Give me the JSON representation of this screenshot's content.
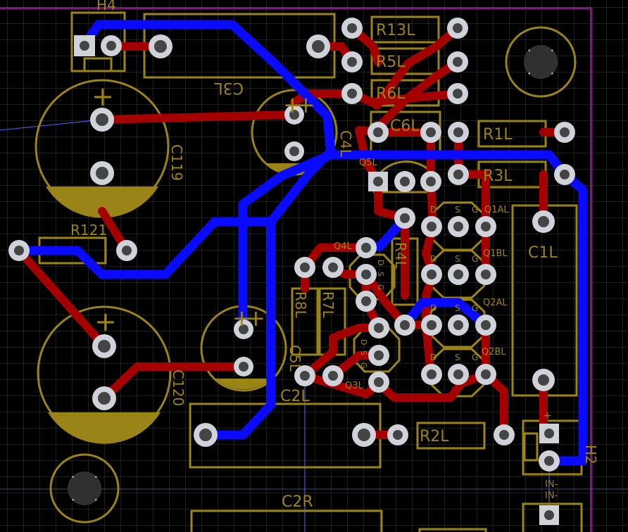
{
  "board": {
    "colors": {
      "background": "#000000",
      "grid": "#3a3a3a",
      "silkscreen": "#9a8417",
      "bottom_copper": "#a40000",
      "top_copper": "#0a0aff",
      "board_outline": "#7a1a7a",
      "ratsnest": "#6060ff"
    }
  },
  "labels": {
    "h4": "H4",
    "c3l": "C3L",
    "r13l": "R13L",
    "r5l": "R5L",
    "r6l": "R6L",
    "c6l": "C6L",
    "r1l": "R1L",
    "r3l": "R3L",
    "c4l": "C4L",
    "q5l": "Q5L",
    "c119": "C119",
    "r121": "R121",
    "q1al": "Q1AL",
    "q1bl": "Q1BL",
    "q2al": "Q2AL",
    "q2bl": "Q2BL",
    "c1l": "C1L",
    "r4l": "R4L",
    "q4l": "Q4L",
    "r8l": "R8L",
    "r7l": "R7L",
    "c5l": "C5L",
    "q3l": "Q3L",
    "c120": "C120",
    "c2l": "C2L",
    "r2l": "R2L",
    "h2": "H2",
    "in1": "IN-",
    "in2": "IN-",
    "c2r": "C2R",
    "plus": "+",
    "pin_d": "D",
    "pin_s": "S",
    "pin_g": "G"
  }
}
